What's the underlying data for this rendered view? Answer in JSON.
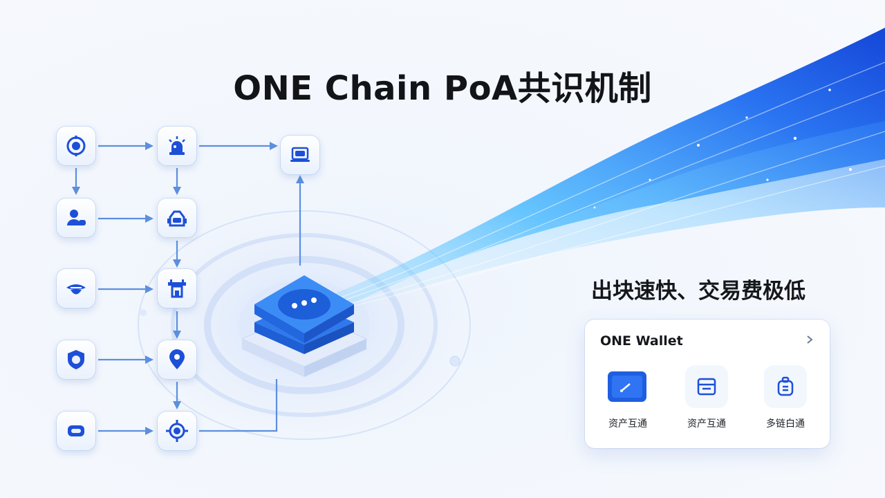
{
  "title": "ONE Chain PoA共识机制",
  "slogan": "出块速快、交易费极低",
  "colors": {
    "accent": "#2563eb",
    "arrow": "#5b8fdf",
    "node_icon": "#1d4fd8"
  },
  "nodes": [
    {
      "icon": "target-icon"
    },
    {
      "icon": "alarm-light-icon"
    },
    {
      "icon": "laptop-icon"
    },
    {
      "icon": "user-chat-icon"
    },
    {
      "icon": "robot-icon"
    },
    {
      "icon": "hat-icon"
    },
    {
      "icon": "factory-icon"
    },
    {
      "icon": "shield-icon"
    },
    {
      "icon": "location-pin-icon"
    },
    {
      "icon": "rounded-rect-icon"
    },
    {
      "icon": "crosshair-icon"
    }
  ],
  "center_block": {
    "icon": "chat-dots-icon"
  },
  "wallet": {
    "title": "ONE Wallet",
    "items": [
      {
        "label": "资产互通",
        "icon": "wallet-icon"
      },
      {
        "label": "资产互通",
        "icon": "drawer-icon"
      },
      {
        "label": "多链白通",
        "icon": "bag-icon"
      }
    ]
  }
}
